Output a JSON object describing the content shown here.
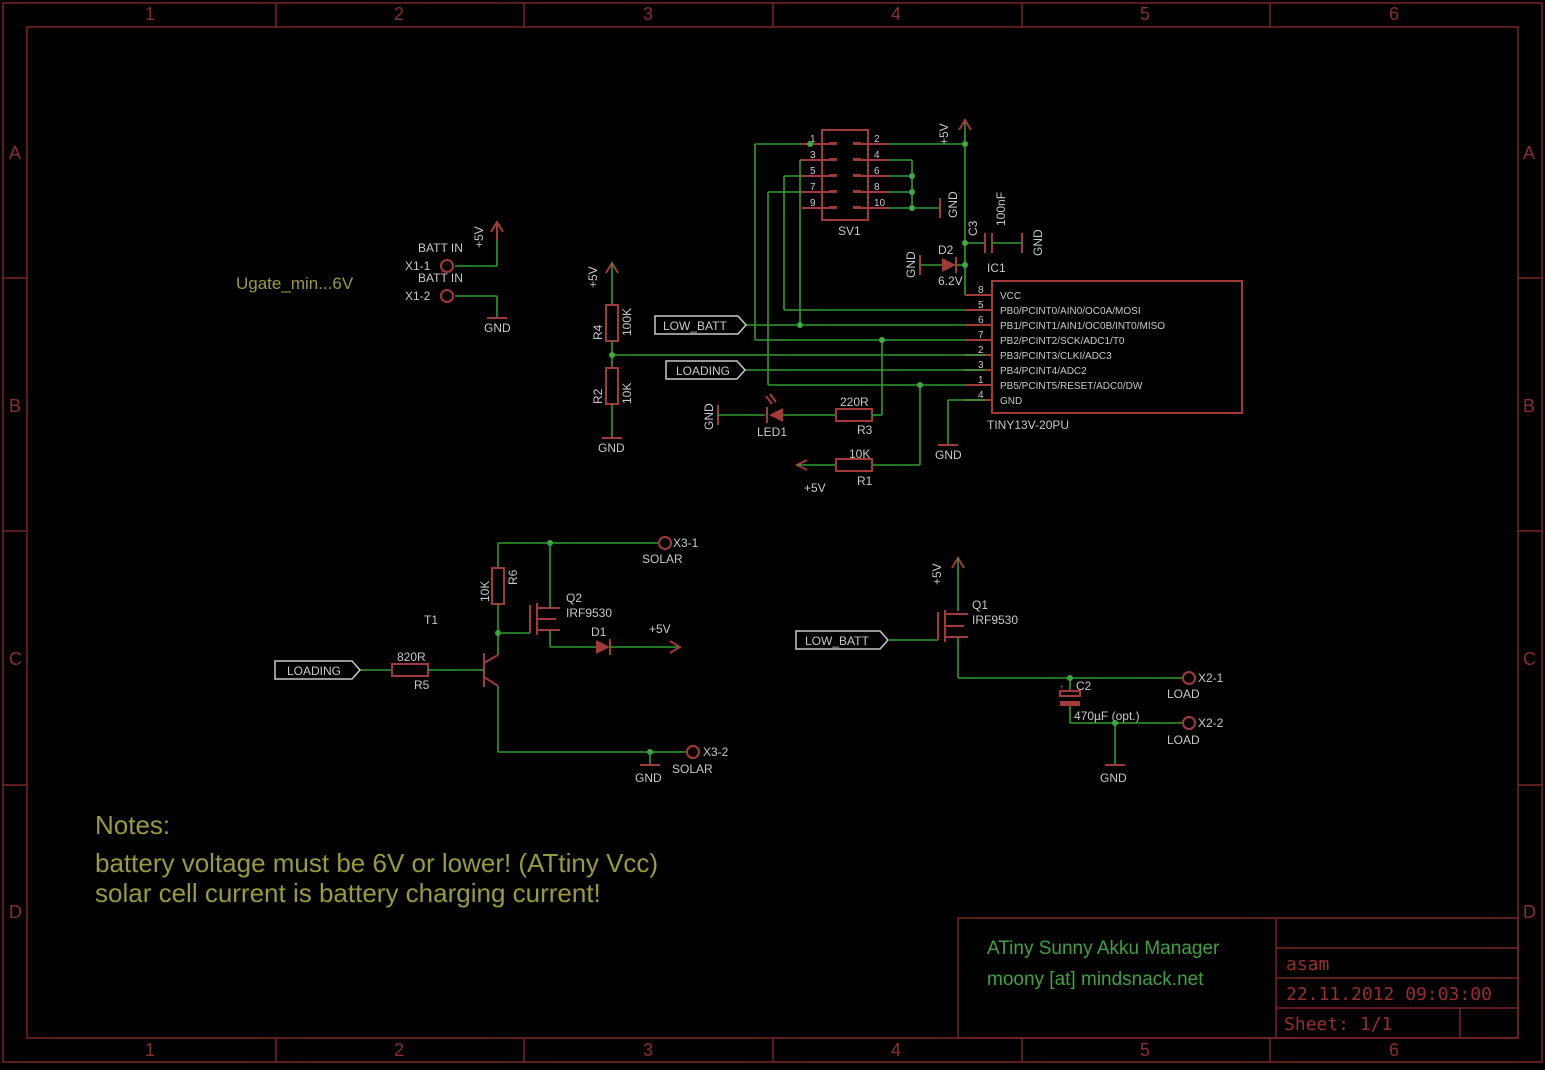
{
  "frame": {
    "cols": [
      "1",
      "2",
      "3",
      "4",
      "5",
      "6"
    ],
    "rows": [
      "A",
      "B",
      "C",
      "D"
    ]
  },
  "notes": {
    "ugate": "Ugate_min...6V",
    "heading": "Notes:",
    "line1": "battery voltage must be 6V or lower! (ATtiny Vcc)",
    "line2": "solar cell current is battery charging current!"
  },
  "title_block": {
    "title": "ATiny Sunny Akku Manager",
    "author": "moony [at] mindsnack.net",
    "name": "asam",
    "date": "22.11.2012 09:03:00",
    "sheet": "Sheet: 1/1"
  },
  "net_labels": {
    "low_batt": "LOW_BATT",
    "loading": "LOADING",
    "vplus": "+5V",
    "gnd": "GND"
  },
  "connectors": {
    "x1_1": "X1-1",
    "x1_2": "X1-2",
    "batt_in": "BATT IN",
    "x3_1": "X3-1",
    "x3_2": "X3-2",
    "solar": "SOLAR",
    "x2_1": "X2-1",
    "x2_2": "X2-2",
    "load": "LOAD"
  },
  "parts": {
    "sv1": "SV1",
    "sv1_pins": [
      "1",
      "2",
      "3",
      "4",
      "5",
      "6",
      "7",
      "8",
      "9",
      "10"
    ],
    "c3": "C3",
    "c3_val": "100nF",
    "d2": "D2",
    "d2_val": "6.2V",
    "ic1": "IC1",
    "ic1_val": "TINY13V-20PU",
    "ic1_pins": [
      {
        "num": "8",
        "name": "VCC"
      },
      {
        "num": "5",
        "name": "PB0/PCINT0/AIN0/OC0A/MOSI"
      },
      {
        "num": "6",
        "name": "PB1/PCINT1/AIN1/OC0B/INT0/MISO"
      },
      {
        "num": "7",
        "name": "PB2/PCINT2/SCK/ADC1/T0"
      },
      {
        "num": "2",
        "name": "PB3/PCINT3/CLKI/ADC3"
      },
      {
        "num": "3",
        "name": "PB4/PCINT4/ADC2"
      },
      {
        "num": "1",
        "name": "PB5/PCINT5/RESET/ADC0/DW"
      },
      {
        "num": "4",
        "name": "GND"
      }
    ],
    "r4": "R4",
    "r4_val": "100K",
    "r2": "R2",
    "r2_val": "10K",
    "r3": "R3",
    "r3_val": "220R",
    "r1": "R1",
    "r1_val": "10K",
    "led1": "LED1",
    "r6": "R6",
    "r6_val": "10K",
    "q2": "Q2",
    "q2_val": "IRF9530",
    "d1": "D1",
    "t1": "T1",
    "r5": "R5",
    "r5_val": "820R",
    "q1": "Q1",
    "q1_val": "IRF9530",
    "c2": "C2",
    "c2_val": "470µF (opt.)"
  },
  "colors": {
    "background": "#000000",
    "frame": "#7a2424",
    "wire": "#2f9a2f",
    "part": "#a33a3a",
    "note": "#9a9a3a",
    "title_green": "#3ea23e"
  }
}
